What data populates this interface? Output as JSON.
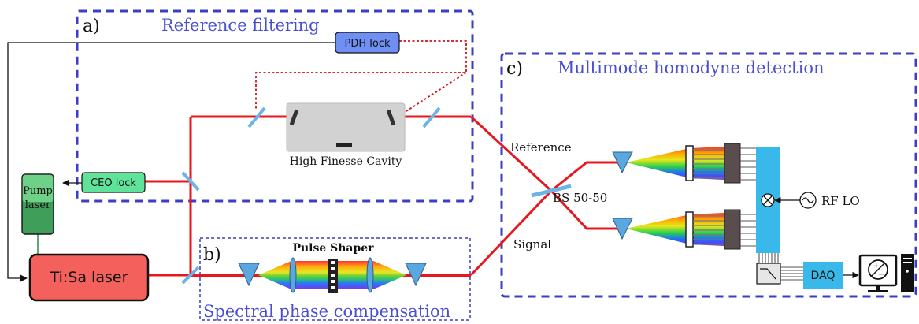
{
  "panels": {
    "a": {
      "letter": "a)",
      "title": "Reference filtering"
    },
    "b": {
      "letter": "b)",
      "title": "Spectral phase compensation"
    },
    "c": {
      "letter": "c)",
      "title": "Multimode homodyne detection"
    }
  },
  "boxes": {
    "pdh": "PDH lock",
    "ceo": "CEO lock",
    "pump_line1": "Pump",
    "pump_line2": "laser",
    "tisa": "Ti:Sa laser",
    "daq": "DAQ"
  },
  "labels": {
    "cavity": "High Finesse Cavity",
    "pulse_shaper": "Pulse Shaper",
    "reference": "Reference",
    "signal": "Signal",
    "bs": "BS 50-50",
    "rf_lo": "RF LO"
  },
  "colors": {
    "panel_border": "#3b3fc4",
    "panel_title": "#4a4fd0",
    "beam": "#e8161d",
    "feedback_dotted": "#d0141c",
    "pdh_fill": "#6f8ff3",
    "ceo_fill": "#5fe39a",
    "pump_fill": "#3f9f5a",
    "tisa_fill": "#f4605c",
    "detector_panel": "#39b8ea",
    "prism": "#5aa8df",
    "mirror": "#6bb3e8",
    "cavity_bg": "#d2d2d2"
  },
  "icons": [
    "prism-icon",
    "lens-icon",
    "slm-icon",
    "mirror-icon",
    "beam-splitter-icon",
    "mixer-icon",
    "oscillator-icon",
    "lowpass-filter-icon",
    "oscilloscope-icon",
    "computer-tower-icon"
  ]
}
